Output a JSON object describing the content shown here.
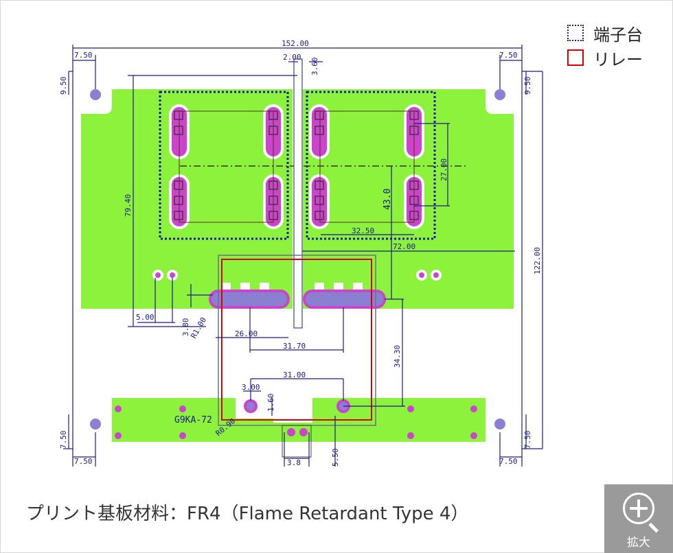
{
  "legend": {
    "terminal_label": "端子台",
    "relay_label": "リレー",
    "terminal_color": "#1a1aa8",
    "relay_color": "#d60000"
  },
  "caption": "プリント基板材料：FR4（Flame Retardant Type 4）",
  "zoom_button": {
    "label": "拡大",
    "icon": "zoom-in-icon"
  },
  "board": {
    "colors": {
      "copper": "#8cf23c",
      "pad": "#cc44cc",
      "dimension": "#1a1a8a"
    },
    "part_label": "G9KA-72",
    "dimensions": {
      "overall_width": "152.00",
      "overall_height": "122.00",
      "center_slot": "2.00",
      "slot_offset": "3.60",
      "hole_left_x": "7.50",
      "hole_right_x": "7.50",
      "hole_top_y_left": "9.50",
      "hole_top_y_right": "9.50",
      "hole_bottom_y_left": "7.50",
      "hole_bottom_y_right": "7.50",
      "hole_bottom_x_left": "7.50",
      "hole_bottom_x_right": "7.50",
      "terminal_height": "79.40",
      "pin_pitch_v": "27.00",
      "terminal_span": "43.0",
      "pin_pitch_h": "32.50",
      "block_width": "72.00",
      "tab_offset": "26.00",
      "tab_pitch": "31.70",
      "coil_offset": "34.30",
      "coil_pitch": "31.00",
      "small_pitch": "5.00",
      "small_gap": "3.80",
      "radius_1": "R1.00",
      "coil_pin": "3.00",
      "coil_pin_gap": "1.60",
      "radius_2": "R0.90",
      "connector_pitch": "3.8",
      "connector_offset": "5.50"
    }
  }
}
